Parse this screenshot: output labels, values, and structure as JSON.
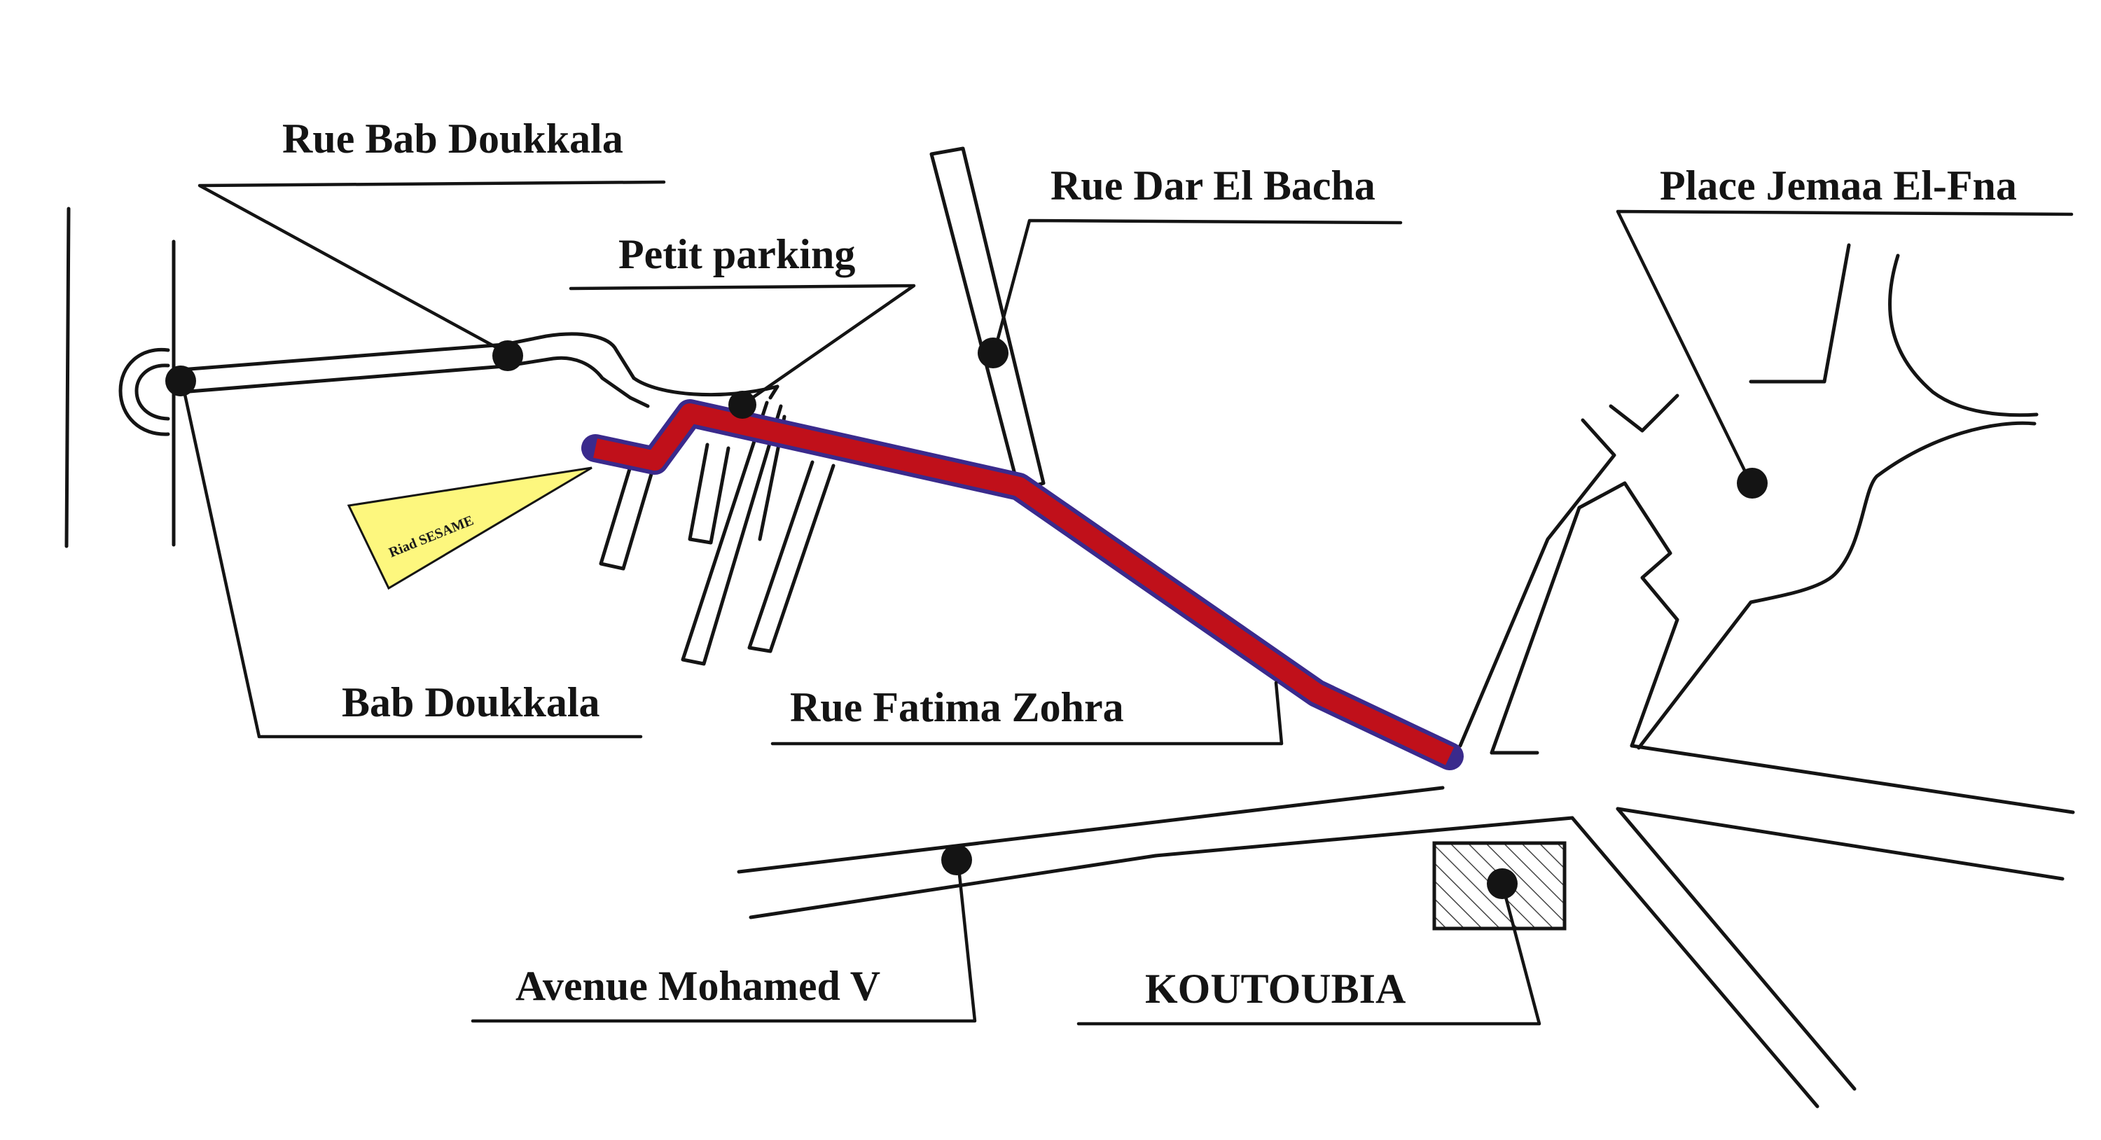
{
  "map": {
    "labels": {
      "rue_bab_doukkala": "Rue Bab Doukkala",
      "petit_parking": "Petit parking",
      "rue_dar_el_bacha": "Rue Dar El Bacha",
      "place_jemaa_el_fna": "Place Jemaa El-Fna",
      "bab_doukkala": "Bab Doukkala",
      "rue_fatima_zohra": "Rue Fatima Zohra",
      "avenue_mohamed_v": "Avenue Mohamed V",
      "koutoubia": "KOUTOUBIA",
      "riad": "Riad SESAME"
    },
    "colors": {
      "route": "#c0101a",
      "route_outline": "#3a2a8c",
      "riad_marker": "#fdf77e",
      "ink": "#141414"
    }
  }
}
